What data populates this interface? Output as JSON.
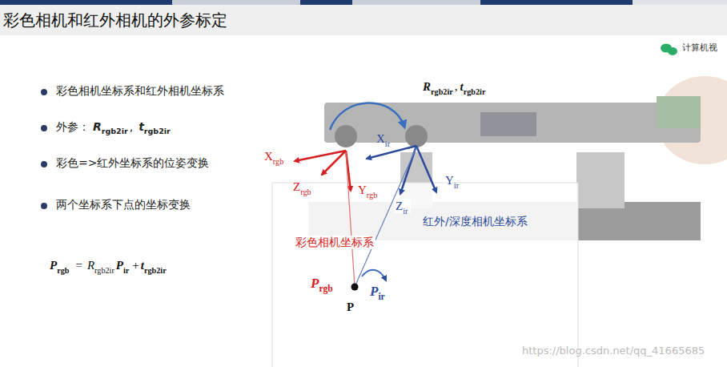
{
  "diagram": {
    "title": "彩色相机和红外相机的外参标定",
    "labels": [
      "计算机视",
      "彩色相机坐标系和红外相机坐标系",
      "外参：",
      "R",
      "rgb2ir",
      ",",
      "t",
      "rgb2ir",
      "彩色=>红外坐标系的位姿变换",
      "两个坐标系下点的坐标变换",
      "P",
      "rgb",
      "=",
      "R",
      "rgb2ir",
      "P",
      "ir",
      "+",
      "t",
      "rgb2ir",
      "R",
      "rgb2ir",
      ",",
      "t",
      "rgb2ir",
      "X",
      "rgb",
      "Z",
      "rgb",
      "Y",
      "rgb",
      "X",
      "ir",
      "Y",
      "ir",
      "Z",
      "ir",
      "红外/深度相机坐标系",
      "彩色相机坐标系",
      "P",
      "rgb",
      "P",
      "ir",
      "P",
      "https://blog.csdn.net/qq_41665685"
    ]
  }
}
